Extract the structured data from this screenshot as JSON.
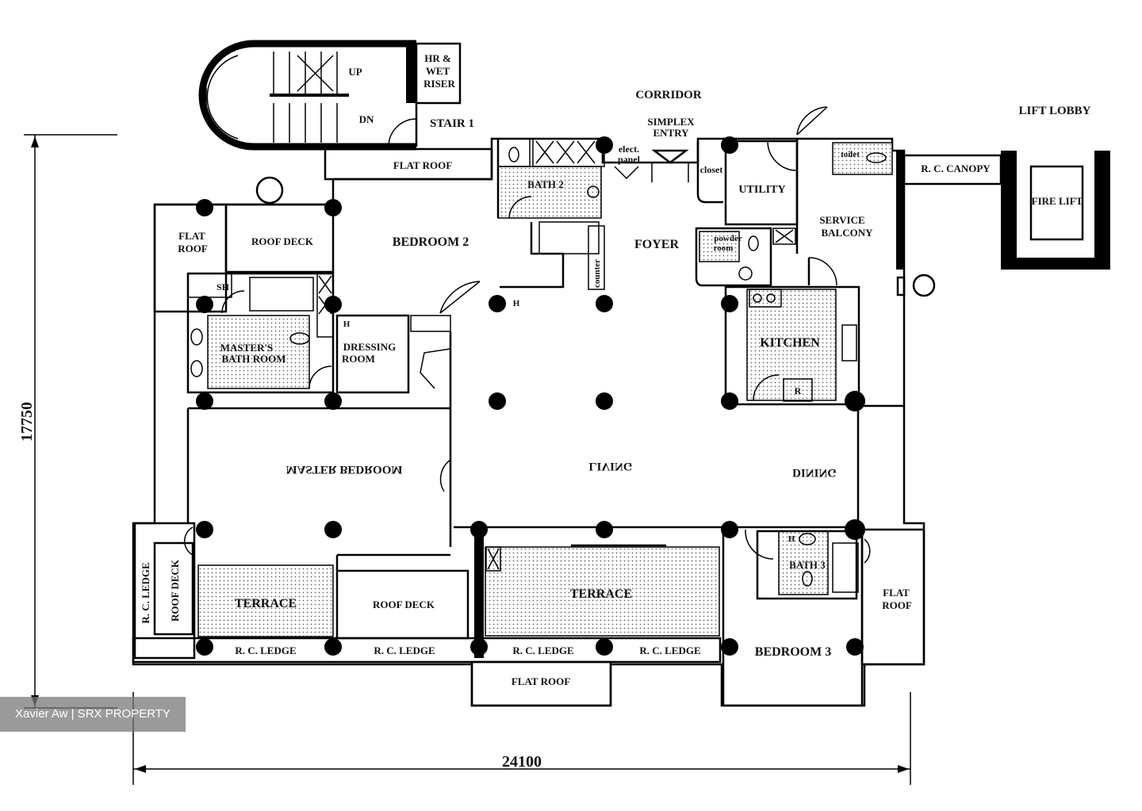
{
  "watermark": "Xavier Aw | SRX PROPERTY",
  "dimensions": {
    "height": "17750",
    "width": "24100"
  },
  "rooms": {
    "stair": "STAIR 1",
    "up": "UP",
    "dn": "DN",
    "hr_riser_1": "HR &",
    "hr_riser_2": "WET",
    "hr_riser_3": "RISER",
    "corridor": "CORRIDOR",
    "simplex_1": "SIMPLEX",
    "simplex_2": "ENTRY",
    "lift_lobby": "LIFT LOBBY",
    "fire_lift": "FIRE LIFT",
    "rc_canopy": "R. C. CANOPY",
    "flat_roof_top": "FLAT ROOF",
    "elect_1": "elect.",
    "elect_2": "panel",
    "bath2": "BATH 2",
    "closet": "closet",
    "utility": "UTILITY",
    "toilet": "toilet",
    "service_1": "SERVICE",
    "service_2": "BALCONY",
    "flat_roof_left_1": "FLAT",
    "flat_roof_left_2": "ROOF",
    "roof_deck_top": "ROOF DECK",
    "bedroom2": "BEDROOM 2",
    "foyer": "FOYER",
    "powder_1": "powder",
    "powder_2": "room",
    "counter": "counter",
    "sh": "SH",
    "masters_bath_1": "MASTER'S",
    "masters_bath_2": "BATH ROOM",
    "dressing_1": "DRESSING",
    "dressing_2": "ROOM",
    "kitchen": "KITCHEN",
    "r": "R",
    "h": "H",
    "master_bedroom": "MASTER BEDROOM",
    "living": "LIVING",
    "dining": "DINING",
    "rc_ledge_vertical": "R. C. LEDGE",
    "roof_deck_vertical": "ROOF DECK",
    "terrace_left": "TERRACE",
    "roof_deck_bottom": "ROOF DECK",
    "terrace_mid": "TERRACE",
    "bath3": "BATH 3",
    "flat_roof_right_1": "FLAT",
    "flat_roof_right_2": "ROOF",
    "bedroom3": "BEDROOM 3",
    "rc_ledge_1": "R. C. LEDGE",
    "rc_ledge_2": "R. C. LEDGE",
    "rc_ledge_3": "R. C. LEDGE",
    "rc_ledge_4": "R. C. LEDGE",
    "flat_roof_bottom": "FLAT ROOF"
  }
}
